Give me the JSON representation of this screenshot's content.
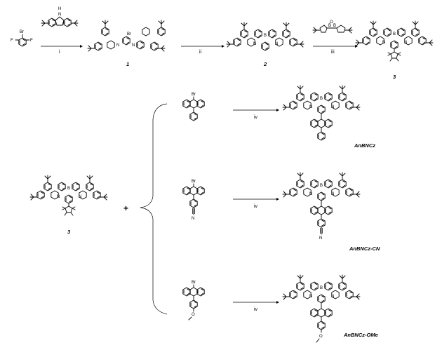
{
  "atoms": {
    "br": "Br",
    "f": "F",
    "n": "N",
    "h": "H",
    "b": "B",
    "o": "O"
  },
  "steps": {
    "step1": "i",
    "step2": "ii",
    "step3": "iii",
    "step4": "iv"
  },
  "compounds": {
    "c1": "1",
    "c2": "2",
    "c3": "3",
    "c3b": "3",
    "an": "AnBNCz",
    "cn": "AnBNCz-CN",
    "ome": "AnBNCz-OMe"
  },
  "plus": "+"
}
